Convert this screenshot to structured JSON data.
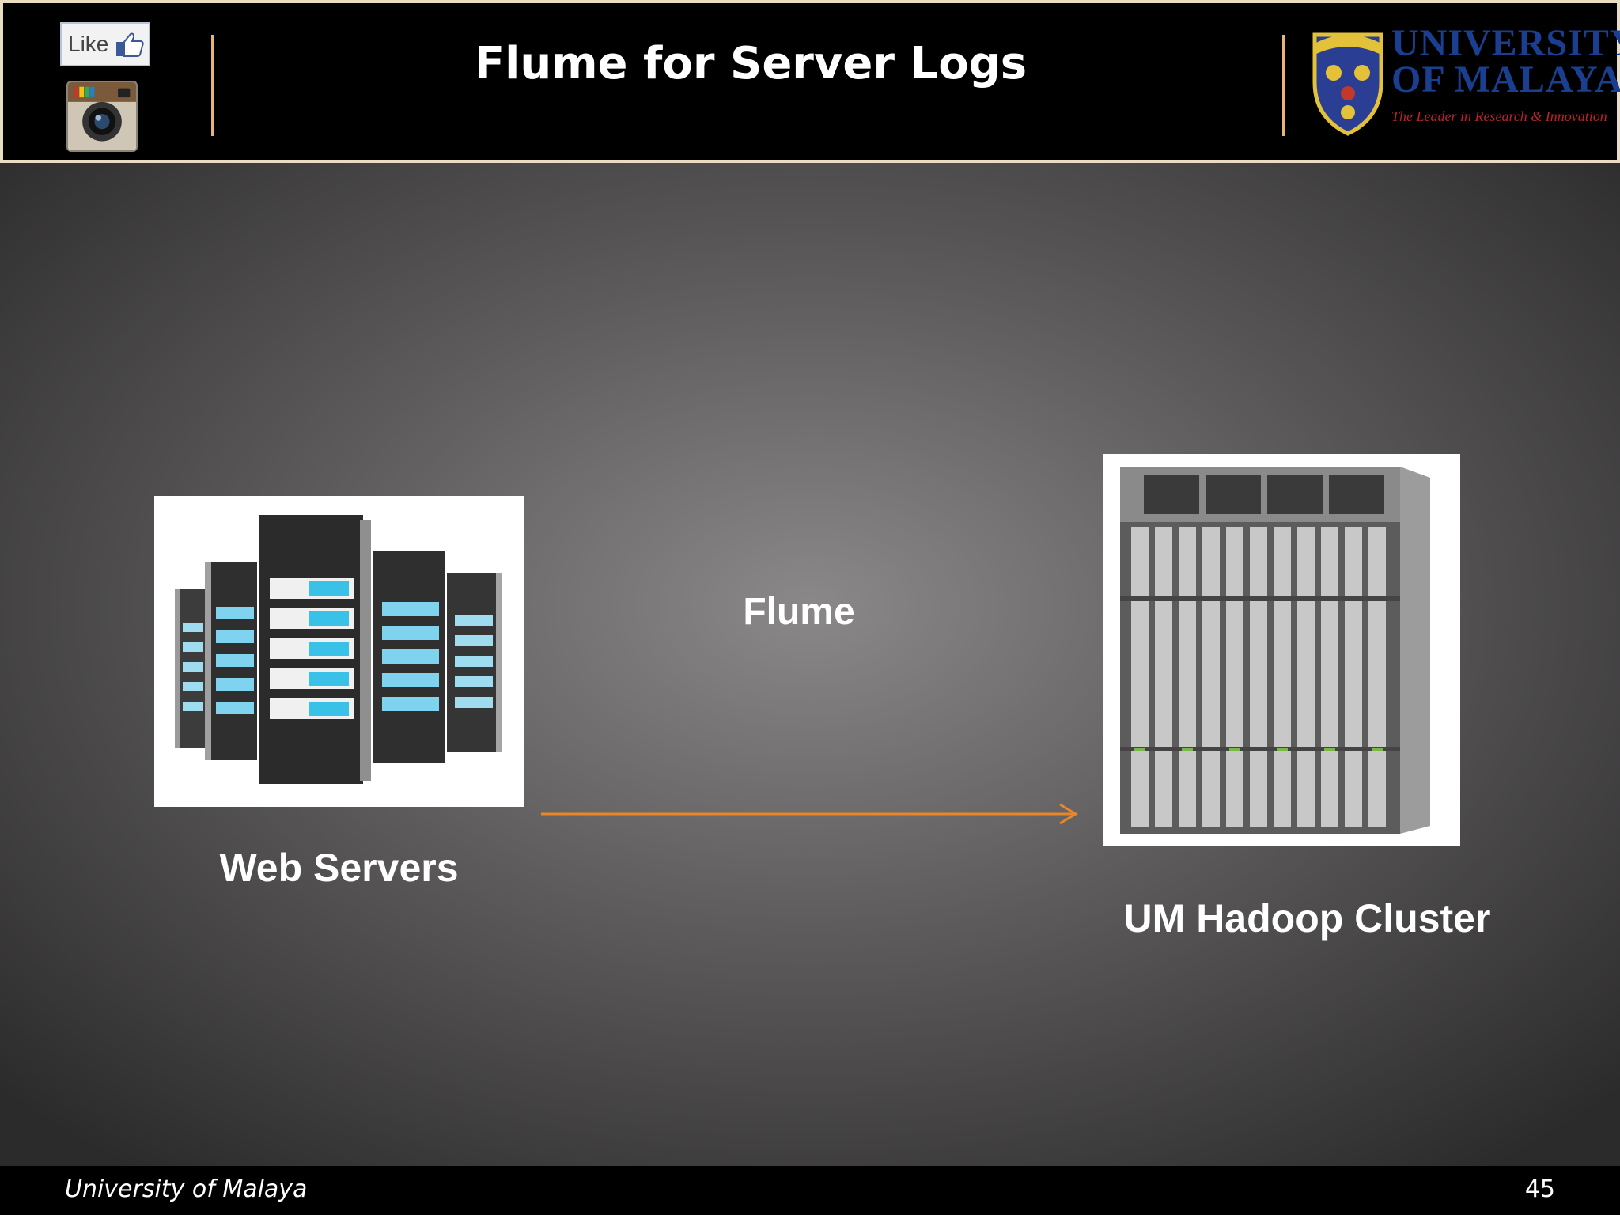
{
  "header": {
    "title": "Flume for Server Logs",
    "like_label": "Like",
    "university_name_line1": "UNIVERSITY",
    "university_name_line2": "OF MALAYA",
    "university_tagline": "The Leader in Research & Innovation"
  },
  "diagram": {
    "nodes": [
      {
        "label": "Web Servers",
        "icon": "server-racks-image"
      },
      {
        "label": "UM Hadoop Cluster",
        "icon": "blade-chassis-image"
      }
    ],
    "edge": {
      "label": "Flume",
      "color": "#e8862a"
    }
  },
  "footer": {
    "left": "University of Malaya",
    "page_number": "45"
  },
  "colors": {
    "accent": "#e8862a",
    "divider": "#e8b27a",
    "university_blue": "#1a3f91",
    "university_red": "#b3262e"
  }
}
